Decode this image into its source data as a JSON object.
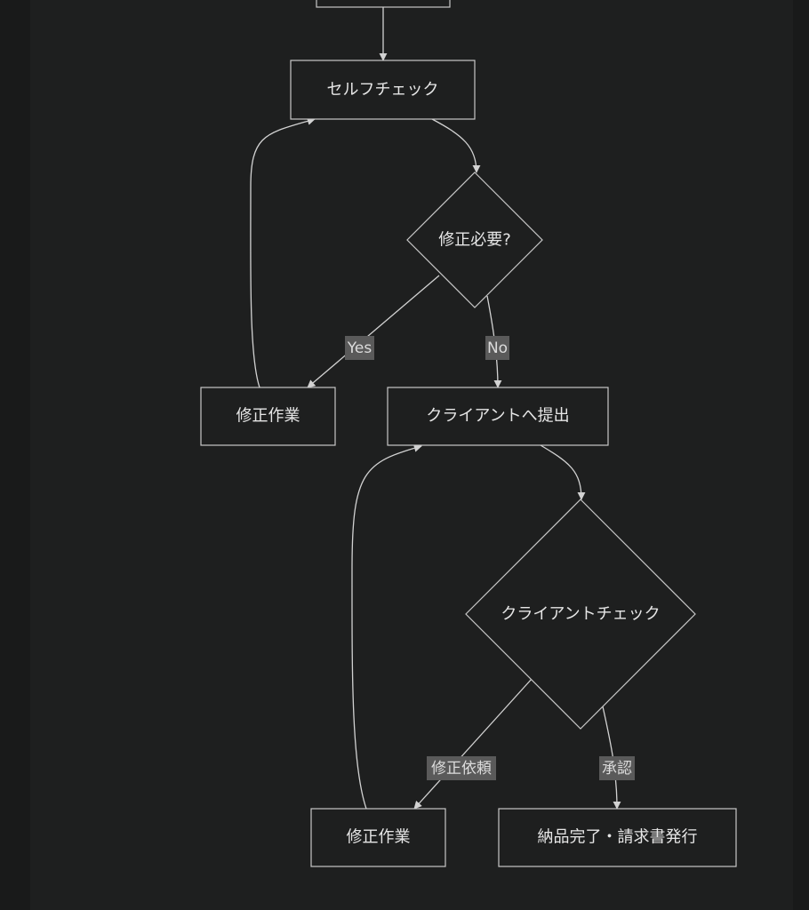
{
  "diagram": {
    "nodes": {
      "self_check": "セルフチェック",
      "needs_fix": "修正必要?",
      "fix_work_1": "修正作業",
      "submit_client": "クライアントへ提出",
      "client_check": "クライアントチェック",
      "fix_work_2": "修正作業",
      "delivery": "納品完了・請求書発行"
    },
    "edge_labels": {
      "yes": "Yes",
      "no": "No",
      "fix_request": "修正依頼",
      "approve": "承認"
    }
  },
  "colors": {
    "background": "#191a1a",
    "canvas": "#1e1f1f",
    "stroke": "#c8c8c8",
    "label_bg": "#5a5a5a",
    "text": "#e6e6e6"
  }
}
